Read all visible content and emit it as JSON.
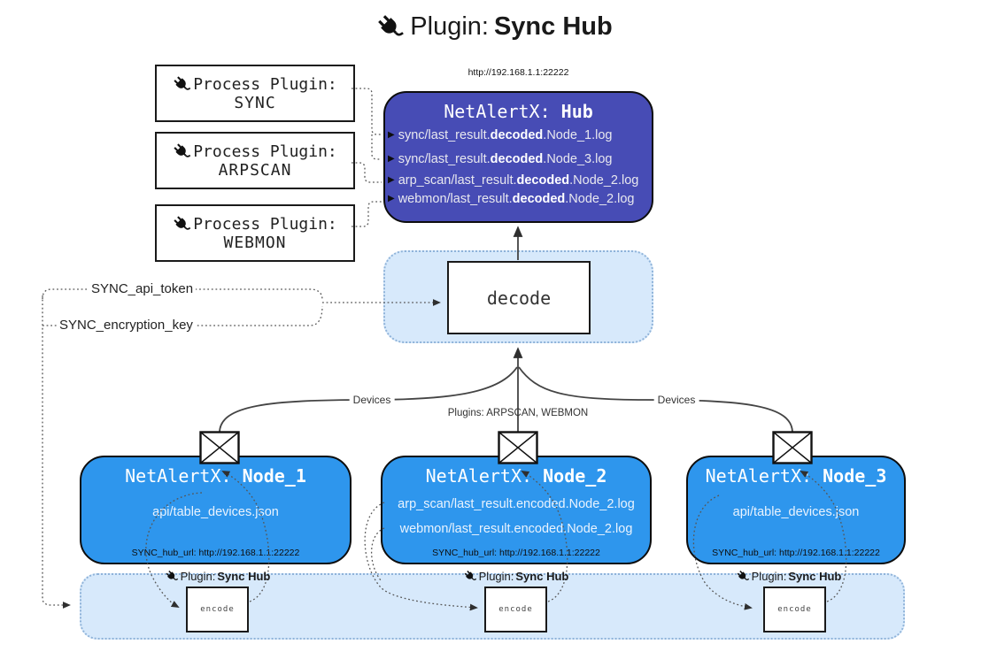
{
  "colors": {
    "hub-fill": "#474cb5",
    "node-fill": "#2e96ed",
    "band-fill": "#d7e9fb",
    "band-border": "#8fb3d9",
    "line": "#444444",
    "dot": "#555555"
  },
  "title": {
    "prefix": "Plugin:",
    "name": "Sync Hub"
  },
  "process_plugins": [
    {
      "label": "Process Plugin:",
      "name": "SYNC"
    },
    {
      "label": "Process Plugin:",
      "name": "ARPSCAN"
    },
    {
      "label": "Process Plugin:",
      "name": "WEBMON"
    }
  ],
  "hub": {
    "url": "http://192.168.1.1:22222",
    "title_prefix": "NetAlertX:",
    "title_name": "Hub",
    "arrow_glyph": "▶",
    "logs": [
      {
        "pre": "sync/last_result.",
        "bold": "decoded",
        "post": ".Node_1.log"
      },
      {
        "pre": "sync/last_result.",
        "bold": "decoded",
        "post": ".Node_3.log"
      },
      {
        "pre": "arp_scan/last_result.",
        "bold": "decoded",
        "post": ".Node_2.log"
      },
      {
        "pre": "webmon/last_result.",
        "bold": "decoded",
        "post": ".Node_2.log"
      }
    ]
  },
  "decode": {
    "label": "decode"
  },
  "config": {
    "api_token": "SYNC_api_token",
    "encryption_key": "SYNC_encryption_key"
  },
  "edges": {
    "devices_left": "Devices",
    "devices_right": "Devices",
    "plugins": "Plugins: ARPSCAN, WEBMON"
  },
  "nodes": [
    {
      "title_prefix": "NetAlertX:",
      "title_name": "Node_1",
      "files": [
        "api/table_devices.json"
      ],
      "hub_url": "SYNC_hub_url: http://192.168.1.1:22222"
    },
    {
      "title_prefix": "NetAlertX:",
      "title_name": "Node_2",
      "files": [
        "arp_scan/last_result.encoded.Node_2.log",
        "webmon/last_result.encoded.Node_2.log"
      ],
      "hub_url": "SYNC_hub_url: http://192.168.1.1:22222"
    },
    {
      "title_prefix": "NetAlertX:",
      "title_name": "Node_3",
      "files": [
        "api/table_devices.json"
      ],
      "hub_url": "SYNC_hub_url: http://192.168.1.1:22222"
    }
  ],
  "encoders": [
    {
      "plugin_prefix": "Plugin:",
      "plugin_name": "Sync Hub",
      "label": "encode"
    },
    {
      "plugin_prefix": "Plugin:",
      "plugin_name": "Sync Hub",
      "label": "encode"
    },
    {
      "plugin_prefix": "Plugin:",
      "plugin_name": "Sync Hub",
      "label": "encode"
    }
  ]
}
